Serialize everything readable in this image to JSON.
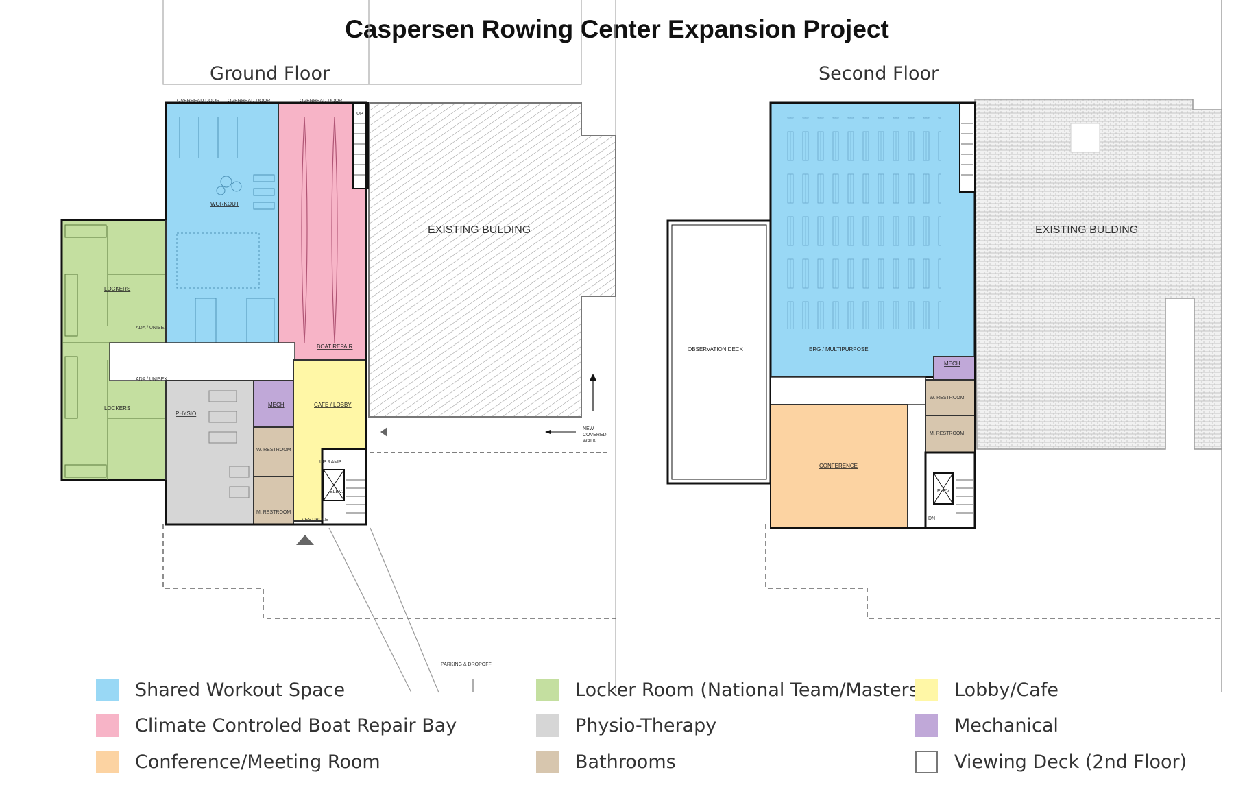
{
  "title": "Caspersen Rowing Center Expansion Project",
  "ground_floor": {
    "label": "Ground Floor",
    "rooms": {
      "workout": "WORKOUT",
      "lockers_top": "LOCKERS",
      "lockers_bottom": "LOCKERS",
      "ada_top": "ADA / UNISEX",
      "ada_bottom": "ADA / UNISEX",
      "boat_repair": "BOAT REPAIR",
      "physio": "PHYSIO",
      "mech": "MECH",
      "cafe": "CAFE / LOBBY",
      "w_restroom": "W. RESTROOM",
      "m_restroom": "M. RESTROOM",
      "elev": "ELEV.",
      "vestibule": "VESTIBULE",
      "existing": "EXISTING BULDING",
      "up": "UP",
      "up_ramp": "UP RAMP",
      "overhead_door": "OVERHEAD DOOR",
      "covered_walk": [
        "NEW",
        "COVERED",
        "WALK"
      ],
      "parking": "PARKING & DROPOFF"
    }
  },
  "second_floor": {
    "label": "Second Floor",
    "rooms": {
      "erg": "ERG / MULTIPURPOSE",
      "observation": "OBSERVATION DECK",
      "conference": "CONFERENCE",
      "mech": "MECH",
      "w_restroom": "W. RESTROOM",
      "m_restroom": "M. RESTROOM",
      "elev": "ELEV.",
      "dn": "DN",
      "existing": "EXISTING BULDING"
    }
  },
  "colors": {
    "workout": "#99d8f5",
    "boat_repair": "#f7b4c7",
    "conference": "#fcd3a2",
    "locker": "#c4dfa0",
    "physio": "#d6d6d6",
    "bathrooms": "#d7c6ae",
    "lobby": "#fff7a6",
    "mechanical": "#c0a8d8"
  },
  "legend": [
    {
      "label": "Shared Workout Space",
      "color": "#99d8f5"
    },
    {
      "label": "Climate Controled Boat Repair Bay",
      "color": "#f7b4c7"
    },
    {
      "label": "Conference/Meeting Room",
      "color": "#fcd3a2"
    },
    {
      "label": "Locker Room (National Team/Masters)",
      "color": "#c4dfa0"
    },
    {
      "label": "Physio-Therapy",
      "color": "#d6d6d6"
    },
    {
      "label": "Bathrooms",
      "color": "#d7c6ae"
    },
    {
      "label": "Lobby/Cafe",
      "color": "#fff7a6"
    },
    {
      "label": "Mechanical",
      "color": "#c0a8d8"
    },
    {
      "label": "Viewing Deck (2nd Floor)",
      "color": "#ffffff"
    }
  ]
}
